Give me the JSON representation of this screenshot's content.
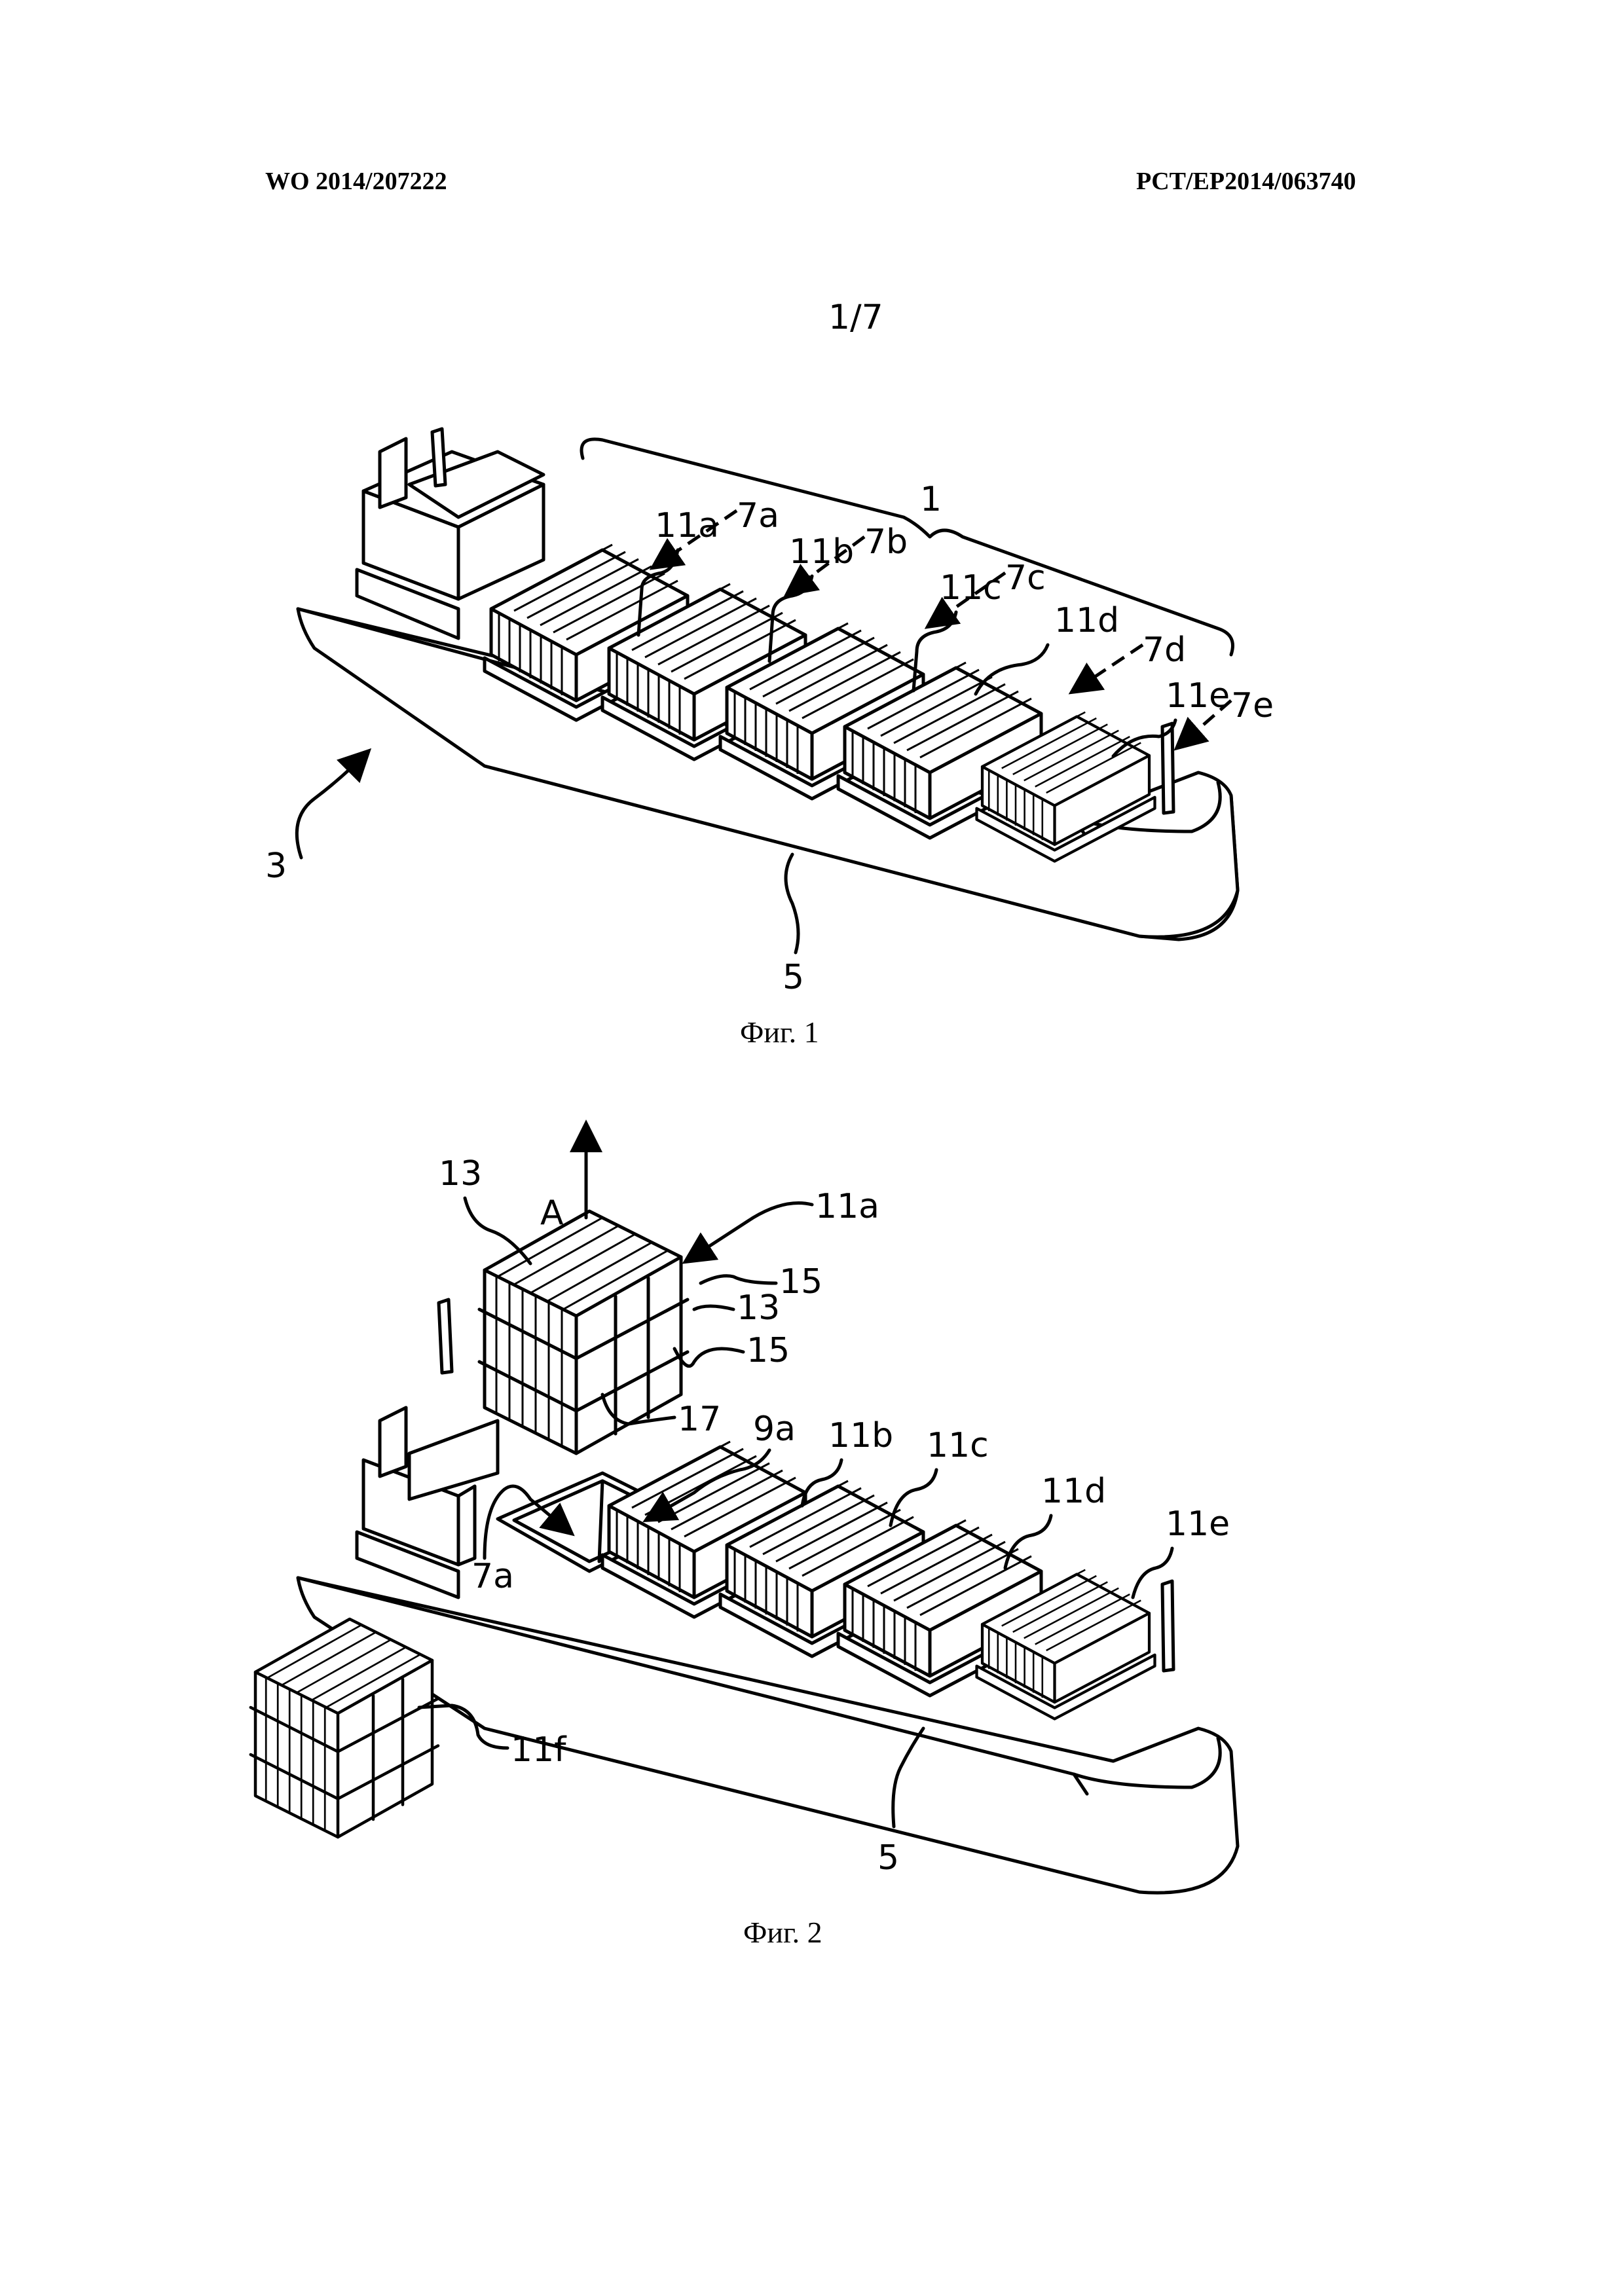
{
  "header": {
    "publication_number": "WO 2014/207222",
    "application_number": "PCT/EP2014/063740"
  },
  "sheet_number": "1/7",
  "figures": [
    {
      "caption": "Фиг. 1",
      "labels": {
        "system": "1",
        "ship": "3",
        "hull": "5",
        "bay_a": "7a",
        "bay_b": "7b",
        "bay_c": "7c",
        "bay_d": "7d",
        "bay_e": "7e",
        "unit_a": "11a",
        "unit_b": "11b",
        "unit_c": "11c",
        "unit_d": "11d",
        "unit_e": "11e"
      }
    },
    {
      "caption": "Фиг. 2",
      "labels": {
        "direction": "A",
        "unit_a": "11a",
        "unit_b": "11b",
        "unit_c": "11c",
        "unit_d": "11d",
        "unit_e": "11e",
        "unit_f": "11f",
        "module_top": "13",
        "module_side": "13",
        "strap_top": "15",
        "strap_side": "15",
        "frame": "17",
        "hold": "9a",
        "bay": "7a",
        "hull": "5"
      }
    }
  ]
}
